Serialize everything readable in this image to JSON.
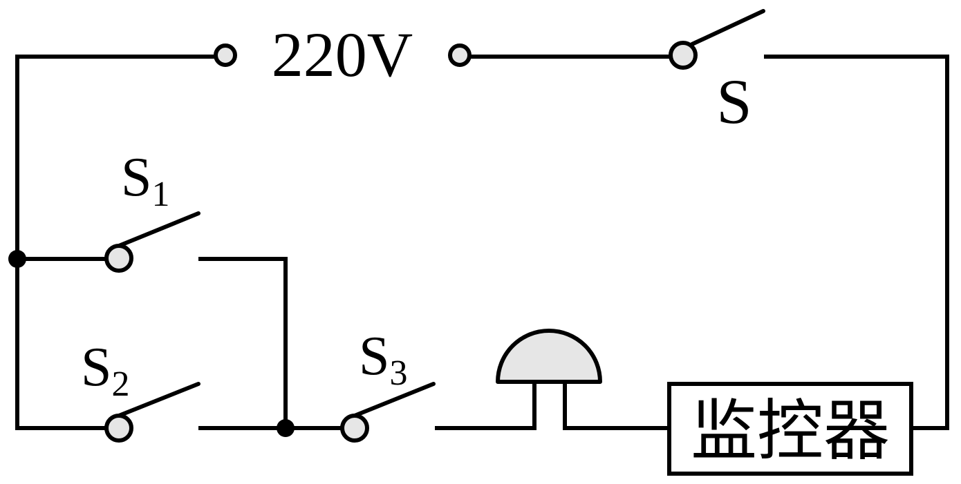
{
  "source": {
    "label": "220V"
  },
  "main_switch": {
    "label": "S"
  },
  "switches": [
    {
      "letter": "S",
      "index": "1"
    },
    {
      "letter": "S",
      "index": "2"
    },
    {
      "letter": "S",
      "index": "3"
    }
  ],
  "monitor": {
    "label": "监控器"
  }
}
